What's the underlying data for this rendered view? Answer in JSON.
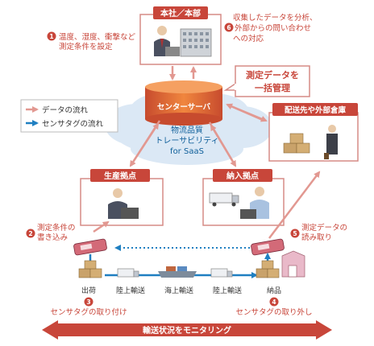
{
  "hq": {
    "title": "本社／本部"
  },
  "center": {
    "server": "センターサーバ",
    "service_lines": [
      "物流品質",
      "トレーサビリティ",
      "for SaaS"
    ],
    "callout_lines": [
      "測定データを",
      "一括管理"
    ]
  },
  "nodes": {
    "production": "生産拠点",
    "delivery": "納入拠点",
    "warehouse": "配送先や外部倉庫"
  },
  "legend": {
    "data_flow": "データの流れ",
    "tag_flow": "センサタグの流れ"
  },
  "steps": [
    {
      "num": "1",
      "lines": [
        "温度、湿度、衝撃など",
        "測定条件を設定"
      ]
    },
    {
      "num": "2",
      "lines": [
        "測定条件の",
        "書き込み"
      ]
    },
    {
      "num": "3",
      "lines": [
        "センサタグの取り付け"
      ]
    },
    {
      "num": "4",
      "lines": [
        "センサタグの取り外し"
      ]
    },
    {
      "num": "5",
      "lines": [
        "測定データの",
        "読み取り"
      ]
    },
    {
      "num": "6",
      "lines": [
        "収集したデータを分析、",
        "外部からの問い合わせ",
        "への対応"
      ]
    }
  ],
  "route": {
    "labels": [
      "出荷",
      "陸上輸送",
      "海上輸送",
      "陸上輸送",
      "納品"
    ]
  },
  "banner": {
    "label": "輸送状況をモニタリング"
  },
  "colors": {
    "red": "#c8463a",
    "blue": "#1f7fc1",
    "box_border": "#d58b86",
    "cloud": "#dbe8f5"
  }
}
